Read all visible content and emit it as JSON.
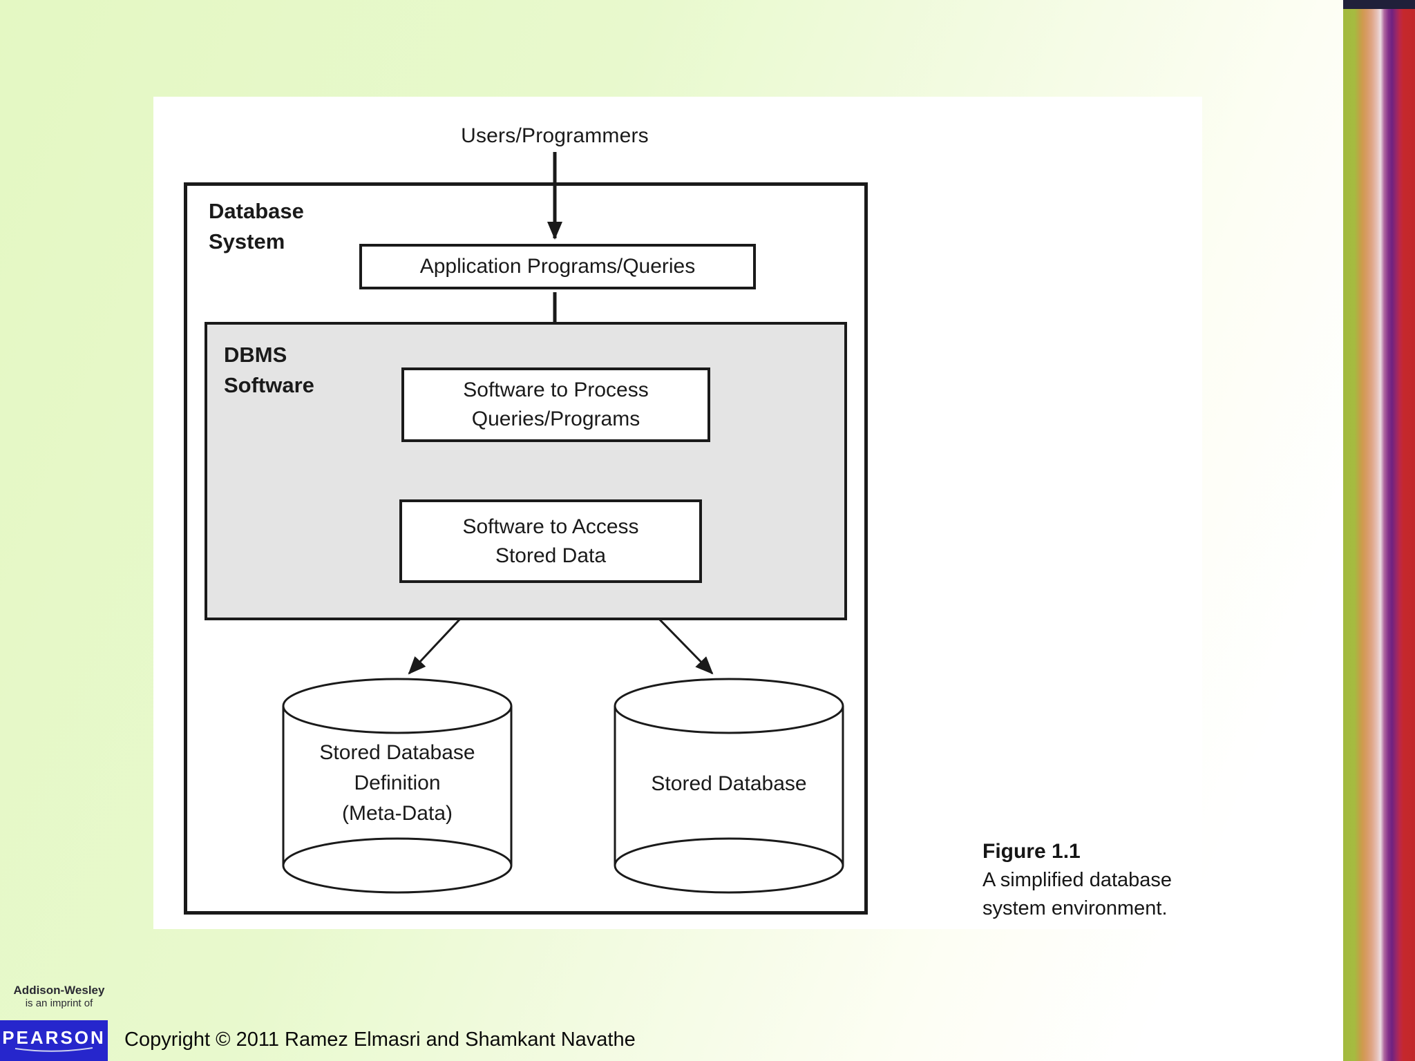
{
  "diagram": {
    "users_label": "Users/Programmers",
    "system_label": [
      "Database",
      "System"
    ],
    "app_box_label": "Application Programs/Queries",
    "dbms_label": [
      "DBMS",
      "Software"
    ],
    "process_box_label": [
      "Software to Process",
      "Queries/Programs"
    ],
    "access_box_label": [
      "Software to Access",
      "Stored Data"
    ],
    "metadata_cylinder_label": [
      "Stored Database",
      "Definition",
      "(Meta-Data)"
    ],
    "database_cylinder_label": "Stored Database"
  },
  "caption": {
    "title": "Figure 1.1",
    "lines": [
      "A simplified database",
      "system environment."
    ]
  },
  "footer": {
    "imprint": "Addison-Wesley",
    "imprint_note": "is an imprint of",
    "publisher_logo": "PEARSON",
    "copyright": "Copyright © 2011 Ramez Elmasri and Shamkant Navathe"
  },
  "colors": {
    "background_green": "#e4f8c3",
    "diagram_line": "#1a1a1a",
    "dbms_fill": "#e4e4e4",
    "pearson_blue": "#2626cc",
    "stripe_red": "#c2272a",
    "stripe_olive": "#a2ba3e",
    "stripe_purple": "#6f2280"
  }
}
